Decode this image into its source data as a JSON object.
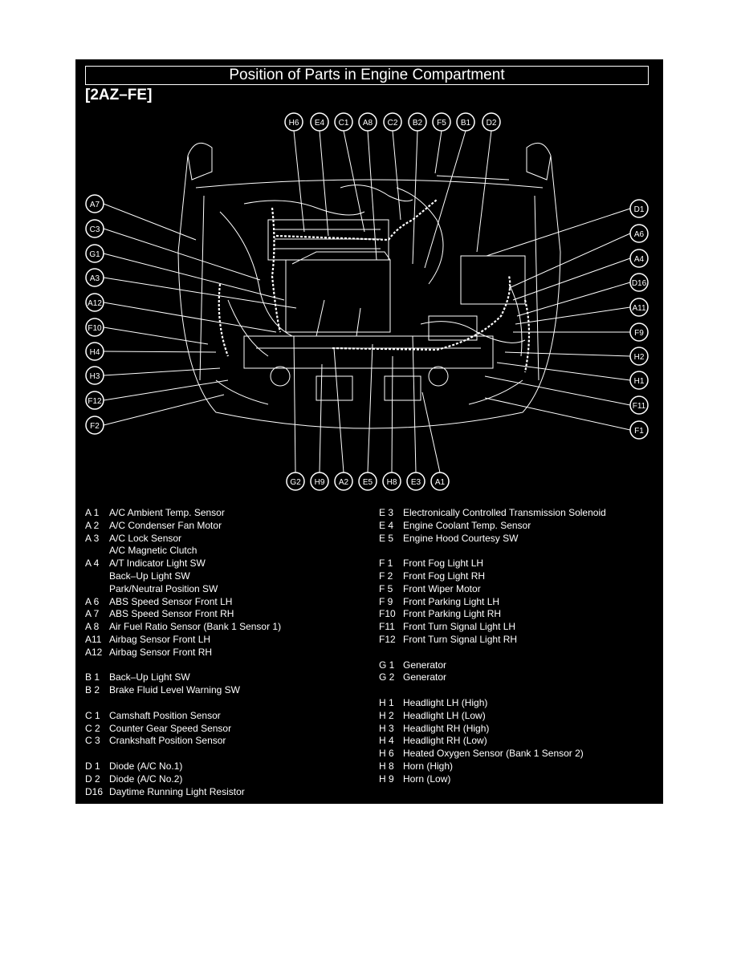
{
  "title": "Position of Parts in Engine Compartment",
  "engine": "[2AZ–FE]",
  "colors": {
    "background": "#000000",
    "foreground": "#ffffff"
  },
  "callouts": {
    "top": [
      "H6",
      "E4",
      "C1",
      "A8",
      "C2",
      "B2",
      "F5",
      "B1",
      "D2"
    ],
    "left": [
      "A7",
      "C3",
      "G1",
      "A3",
      "A12",
      "F10",
      "H4",
      "H3",
      "F12",
      "F2"
    ],
    "right": [
      "D1",
      "A6",
      "A4",
      "D16",
      "A11",
      "F9",
      "H2",
      "H1",
      "F11",
      "F1"
    ],
    "bottom": [
      "G2",
      "H9",
      "A2",
      "E5",
      "H8",
      "E3",
      "A1"
    ]
  },
  "legend_left": [
    {
      "code": "A  1",
      "desc": "A/C Ambient Temp. Sensor"
    },
    {
      "code": "A  2",
      "desc": "A/C Condenser Fan Motor"
    },
    {
      "code": "A  3",
      "desc": "A/C Lock Sensor"
    },
    {
      "code": "",
      "desc": "A/C Magnetic Clutch"
    },
    {
      "code": "A  4",
      "desc": "A/T Indicator Light SW"
    },
    {
      "code": "",
      "desc": "Back–Up Light SW"
    },
    {
      "code": "",
      "desc": "Park/Neutral Position SW"
    },
    {
      "code": "A  6",
      "desc": "ABS Speed Sensor Front LH"
    },
    {
      "code": "A  7",
      "desc": "ABS Speed Sensor Front RH"
    },
    {
      "code": "A  8",
      "desc": "Air Fuel Ratio Sensor (Bank 1 Sensor 1)"
    },
    {
      "code": "A11",
      "desc": "Airbag Sensor Front LH"
    },
    {
      "code": "A12",
      "desc": "Airbag Sensor Front RH"
    },
    {
      "code": "",
      "desc": ""
    },
    {
      "code": "B  1",
      "desc": "Back–Up Light SW"
    },
    {
      "code": "B  2",
      "desc": "Brake Fluid Level Warning SW"
    },
    {
      "code": "",
      "desc": ""
    },
    {
      "code": "C  1",
      "desc": "Camshaft Position Sensor"
    },
    {
      "code": "C  2",
      "desc": "Counter Gear Speed Sensor"
    },
    {
      "code": "C  3",
      "desc": "Crankshaft Position Sensor"
    },
    {
      "code": "",
      "desc": ""
    },
    {
      "code": "D  1",
      "desc": "Diode (A/C No.1)"
    },
    {
      "code": "D  2",
      "desc": "Diode (A/C No.2)"
    },
    {
      "code": "D16",
      "desc": "Daytime Running Light Resistor"
    }
  ],
  "legend_right": [
    {
      "code": "E  3",
      "desc": "Electronically Controlled Transmission Solenoid"
    },
    {
      "code": "E  4",
      "desc": "Engine Coolant Temp. Sensor"
    },
    {
      "code": "E  5",
      "desc": "Engine Hood Courtesy SW"
    },
    {
      "code": "",
      "desc": ""
    },
    {
      "code": "F  1",
      "desc": "Front Fog Light LH"
    },
    {
      "code": "F  2",
      "desc": "Front Fog Light RH"
    },
    {
      "code": "F  5",
      "desc": "Front Wiper Motor"
    },
    {
      "code": "F  9",
      "desc": "Front Parking Light LH"
    },
    {
      "code": "F10",
      "desc": "Front Parking Light RH"
    },
    {
      "code": "F11",
      "desc": "Front Turn Signal Light LH"
    },
    {
      "code": "F12",
      "desc": "Front Turn Signal Light RH"
    },
    {
      "code": "",
      "desc": ""
    },
    {
      "code": "G  1",
      "desc": "Generator"
    },
    {
      "code": "G  2",
      "desc": "Generator"
    },
    {
      "code": "",
      "desc": ""
    },
    {
      "code": "H  1",
      "desc": "Headlight LH (High)"
    },
    {
      "code": "H  2",
      "desc": "Headlight LH (Low)"
    },
    {
      "code": "H  3",
      "desc": "Headlight RH (High)"
    },
    {
      "code": "H  4",
      "desc": "Headlight RH (Low)"
    },
    {
      "code": "H  6",
      "desc": "Heated Oxygen Sensor (Bank 1 Sensor 2)"
    },
    {
      "code": "H  8",
      "desc": "Horn (High)"
    },
    {
      "code": "H  9",
      "desc": "Horn (Low)"
    }
  ]
}
